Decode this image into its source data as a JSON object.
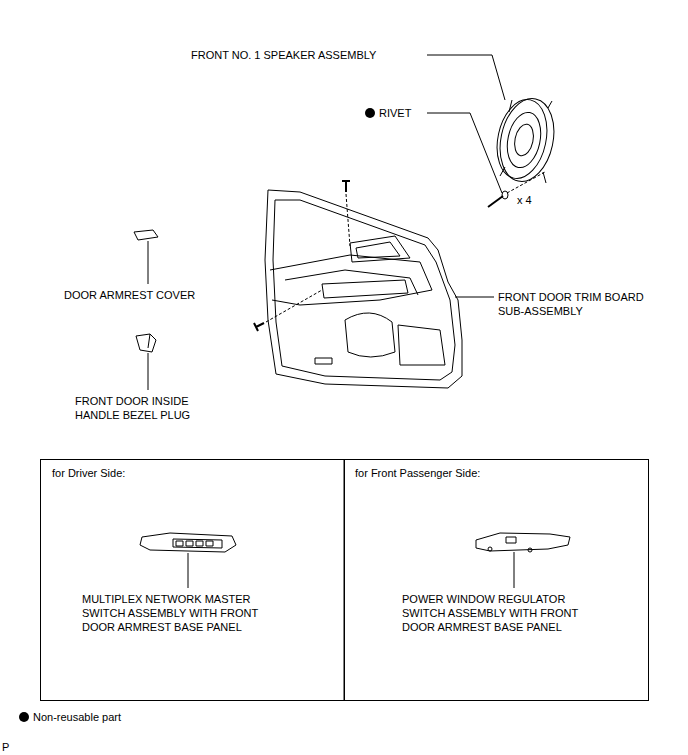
{
  "diagram": {
    "nodes": [
      {
        "text": [
          "for Driver Side:",
          "MULTIPLEX NETWORK MASTER SWITCH ASSEMBLY WITH FRONT DOOR ARMREST BASE PANEL"
        ]
      },
      {
        "text": [
          "for Front Passenger Side:",
          "POWER WINDOW REGULATOR SWITCH ASSEMBLY WITH FRONT DOOR ARMREST BASE PANEL"
        ]
      }
    ],
    "labels": [
      "FRONT NO. 1 SPEAKER ASSEMBLY",
      "RIVET",
      "x 4",
      "DOOR ARMREST COVER",
      "FRONT DOOR TRIM BOARD SUB-ASSEMBLY",
      "FRONT DOOR INSIDE HANDLE BEZEL PLUG",
      "P"
    ],
    "legend": [
      {
        "text": "Non-reusable part"
      }
    ]
  }
}
